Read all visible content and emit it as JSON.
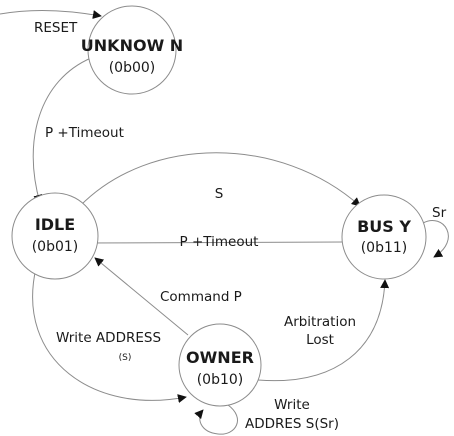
{
  "states": {
    "unknown": {
      "name": "UNKNOW N",
      "code": "(0b00)"
    },
    "idle": {
      "name": "IDLE",
      "code": "(0b01)"
    },
    "busy": {
      "name": "BUS Y",
      "code": "(0b11)"
    },
    "owner": {
      "name": "OWNER",
      "code": "(0b10)"
    }
  },
  "transitions": {
    "reset": "RESET",
    "unknown_to_idle": "P +Timeout",
    "idle_to_busy": "S",
    "busy_to_idle": "P +Timeout",
    "busy_self": "Sr",
    "owner_to_idle": "Command  P",
    "idle_to_owner": "Write ADDRESS",
    "idle_to_owner_sub": "(S)",
    "owner_to_busy_1": "Arbitration",
    "owner_to_busy_2": "Lost",
    "owner_self_1": "Write",
    "owner_self_2": "ADDRES S(Sr)"
  }
}
